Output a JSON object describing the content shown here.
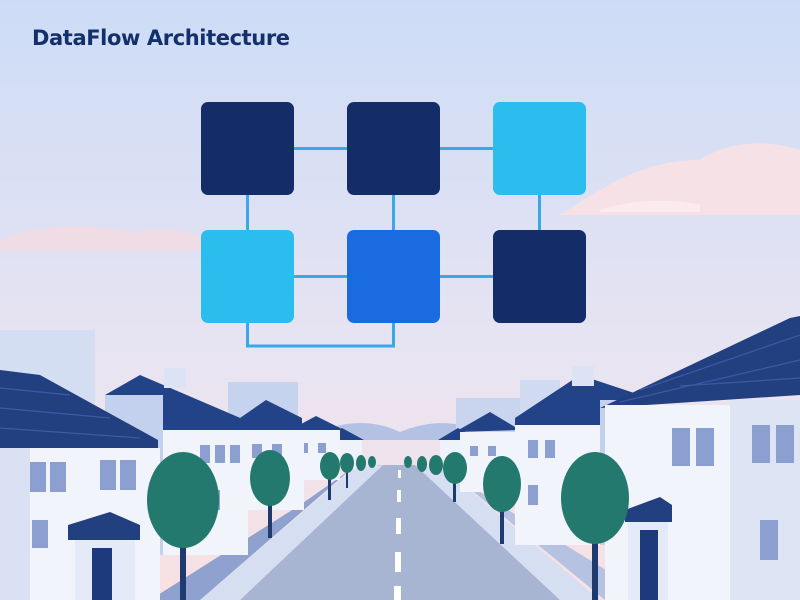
{
  "title": "DataFlow Architecture",
  "colors": {
    "navy": "#142d68",
    "cyan": "#2bbdee",
    "blue": "#1a6be0",
    "connector": "#39a8e6",
    "sky_top": "#cddcf6",
    "sky_bottom": "#f7dfe3",
    "house_wall": "#f1f4fb",
    "house_shadow": "#c4d1ee",
    "roof": "#234388",
    "tree": "#24796f",
    "road": "#a7b4d2"
  },
  "diagram": {
    "nodes": [
      {
        "id": "n1",
        "row": 0,
        "col": 0,
        "color": "navy"
      },
      {
        "id": "n2",
        "row": 0,
        "col": 1,
        "color": "navy"
      },
      {
        "id": "n3",
        "row": 0,
        "col": 2,
        "color": "cyan"
      },
      {
        "id": "n4",
        "row": 1,
        "col": 0,
        "color": "cyan"
      },
      {
        "id": "n5",
        "row": 1,
        "col": 1,
        "color": "blue"
      },
      {
        "id": "n6",
        "row": 1,
        "col": 2,
        "color": "navy"
      }
    ],
    "edges": [
      {
        "from": "n1",
        "to": "n2"
      },
      {
        "from": "n2",
        "to": "n3"
      },
      {
        "from": "n1",
        "to": "n4"
      },
      {
        "from": "n2",
        "to": "n5"
      },
      {
        "from": "n3",
        "to": "n6"
      },
      {
        "from": "n4",
        "to": "n5"
      },
      {
        "from": "n5",
        "to": "n6"
      },
      {
        "from": "n4",
        "to": "n5",
        "route": "below"
      }
    ]
  }
}
